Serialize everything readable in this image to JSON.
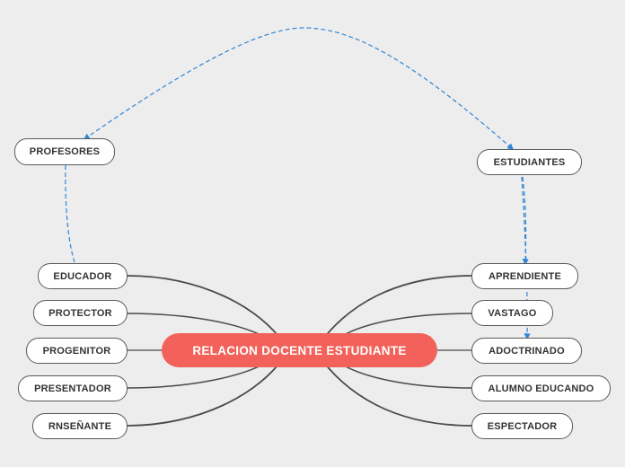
{
  "central_topic": "RELACION DOCENTE ESTUDIANTE",
  "left_branches": [
    "EDUCADOR",
    "PROTECTOR",
    "PROGENITOR",
    "PRESENTADOR",
    "RNSEÑANTE"
  ],
  "right_branches": [
    "APRENDIENTE",
    "VASTAGO",
    "ADOCTRINADO",
    "ALUMNO EDUCANDO",
    "ESPECTADOR"
  ],
  "floating_topics": {
    "profesores": "PROFESORES",
    "estudiantes": "ESTUDIANTES"
  },
  "colors": {
    "background": "#ededed",
    "central_fill": "#f2625a",
    "branch_line": "#4a4a4a",
    "relationship_line": "#2f86d6"
  }
}
